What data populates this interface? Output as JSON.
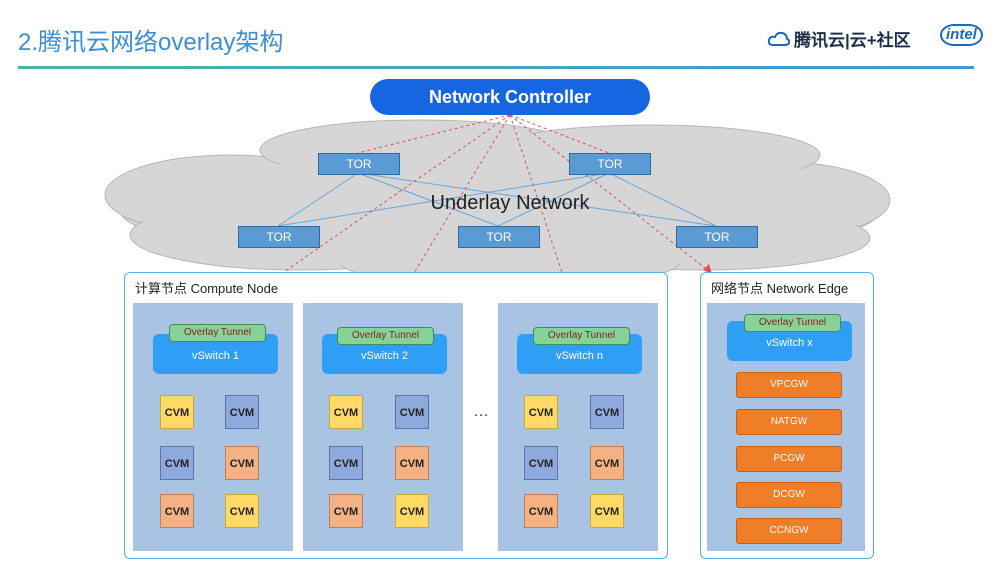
{
  "header": {
    "title": "2.腾讯云网络overlay架构",
    "brand": "腾讯云|云+社区",
    "intel": "intel"
  },
  "controller": {
    "label": "Network Controller"
  },
  "underlay": {
    "label": "Underlay Network",
    "tors": [
      "TOR",
      "TOR",
      "TOR",
      "TOR",
      "TOR"
    ]
  },
  "compute": {
    "label": "计算节点 Compute Node",
    "ellipsis": "…",
    "nodes": [
      {
        "tunnel": "Overlay Tunnel",
        "vswitch": "vSwitch 1",
        "cvms": [
          "CVM",
          "CVM",
          "CVM",
          "CVM",
          "CVM",
          "CVM"
        ]
      },
      {
        "tunnel": "Overlay Tunnel",
        "vswitch": "vSwitch 2",
        "cvms": [
          "CVM",
          "CVM",
          "CVM",
          "CVM",
          "CVM",
          "CVM"
        ]
      },
      {
        "tunnel": "Overlay Tunnel",
        "vswitch": "vSwitch n",
        "cvms": [
          "CVM",
          "CVM",
          "CVM",
          "CVM",
          "CVM",
          "CVM"
        ]
      }
    ]
  },
  "edge": {
    "label": "网络节点 Network Edge",
    "tunnel": "Overlay Tunnel",
    "vswitch": "vSwitch x",
    "gateways": [
      "VPCGW",
      "NATGW",
      "PCGW",
      "DCGW",
      "CCNGW"
    ]
  },
  "colors": {
    "controller": "#1566e0",
    "tor": "#5b9bd5",
    "cloud": "#d9d9d9",
    "vswitch": "#2f9ef5",
    "tunnel": "#86d39a",
    "gateway": "#f07d27",
    "cvm_yellow": "#ffd966",
    "cvm_blue": "#8ea9db",
    "cvm_orange": "#f4b183",
    "dashed_link": "#e05050"
  }
}
